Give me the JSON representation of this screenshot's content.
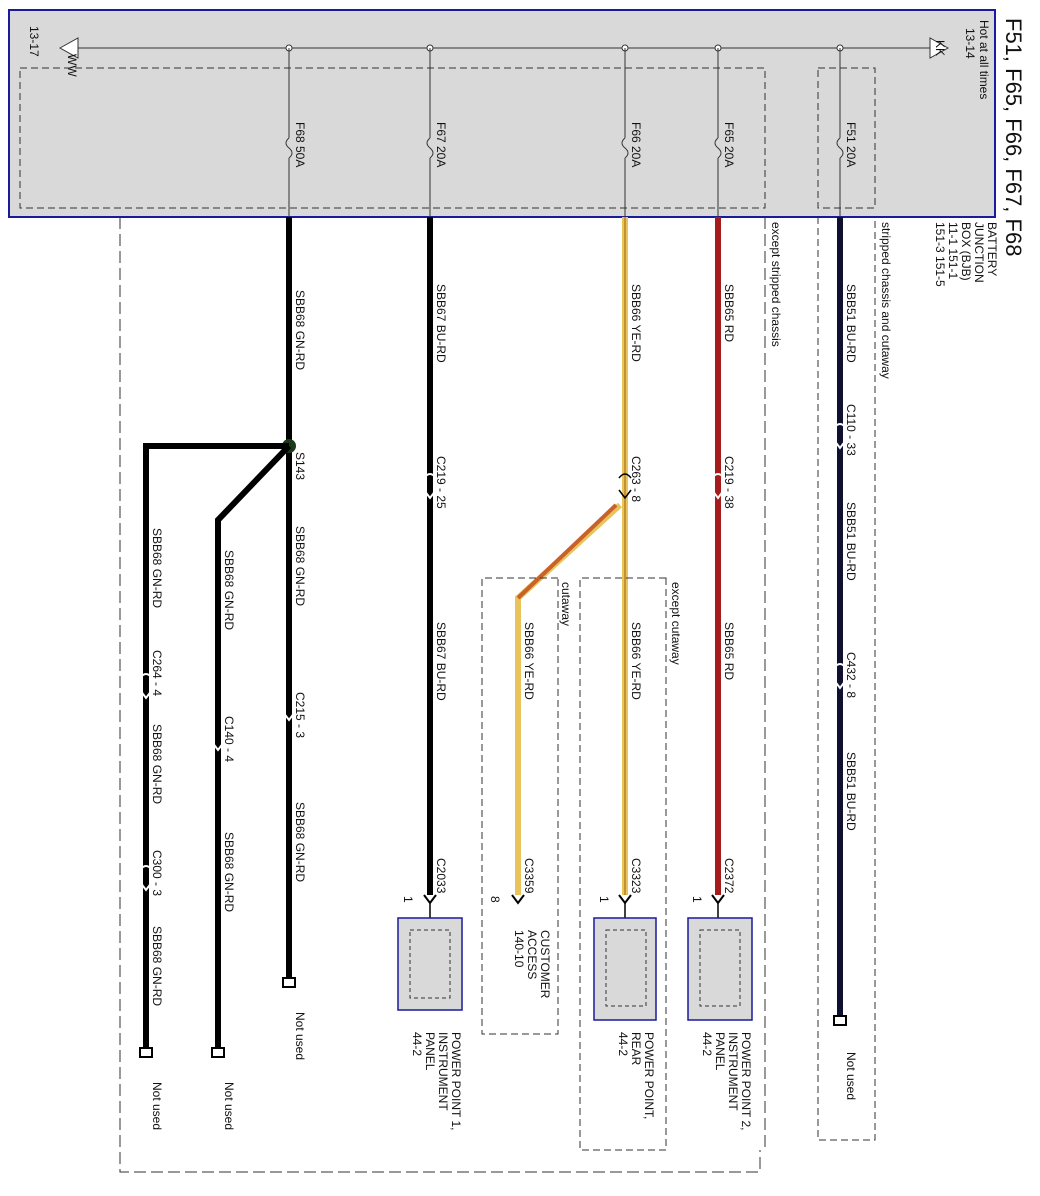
{
  "title": "F51, F65, F66, F67, F68",
  "junction_box": {
    "label": [
      "BATTERY",
      "JUNCTION",
      "BOX (BJB)",
      "11-1    151-1",
      "151-3   151-5"
    ],
    "hot_label": "Hot at all times",
    "ref_left_tag": "WW",
    "ref_left_num": "13-17",
    "ref_right_tag": "KK",
    "ref_right_num": "13-14"
  },
  "fuses": {
    "f68": "F68  50A",
    "f67": "F67  20A",
    "f66": "F66  20A",
    "f65": "F65  20A",
    "f51": "F51  20A"
  },
  "notes": {
    "except_stripped": "except stripped chassis",
    "stripped_cutaway": "stripped chassis and cutaway",
    "except_cutaway": "except cutaway",
    "cutaway": "cutaway"
  },
  "wires": {
    "sbb68": "SBB68  GN-RD",
    "sbb67": "SBB67  BU-RD",
    "sbb66": "SBB66  YE-RD",
    "sbb65": "SBB65  RD",
    "sbb51": "SBB51  BU-RD"
  },
  "splice": "S143",
  "connectors": {
    "c219_25": "C219 - 25",
    "c263_8": "C263 - 8",
    "c219_38": "C219 - 38",
    "c110_33": "C110 - 33",
    "c432_8": "C432 - 8",
    "c215_3": "C215 - 3",
    "c140_4": "C140 - 4",
    "c264_4": "C264 - 4",
    "c300_3": "C300 - 3",
    "c2033": "C2033",
    "c3359": "C3359",
    "c3323": "C3323",
    "c2372": "C2372",
    "pin_1": "1",
    "pin_8": "8"
  },
  "components": {
    "pp1": [
      "POWER POINT 1,",
      "INSTRUMENT",
      "PANEL",
      "44-2"
    ],
    "customer": [
      "CUSTOMER",
      "ACCESS",
      "140-10"
    ],
    "pp_rear": [
      "POWER POINT,",
      "REAR",
      "44-2"
    ],
    "pp2": [
      "POWER POINT 2,",
      "INSTRUMENT",
      "PANEL",
      "44-2"
    ]
  },
  "not_used": "Not used",
  "wire_colors": {
    "bu_rd": "#101030",
    "gn_rd": "#000000",
    "ye_rd": "#e9c45a",
    "rd": "#a61c1c",
    "orange_rd": "#c8622a",
    "box_fill": "#d9d9d9",
    "box_border": "#1a1a9a"
  }
}
